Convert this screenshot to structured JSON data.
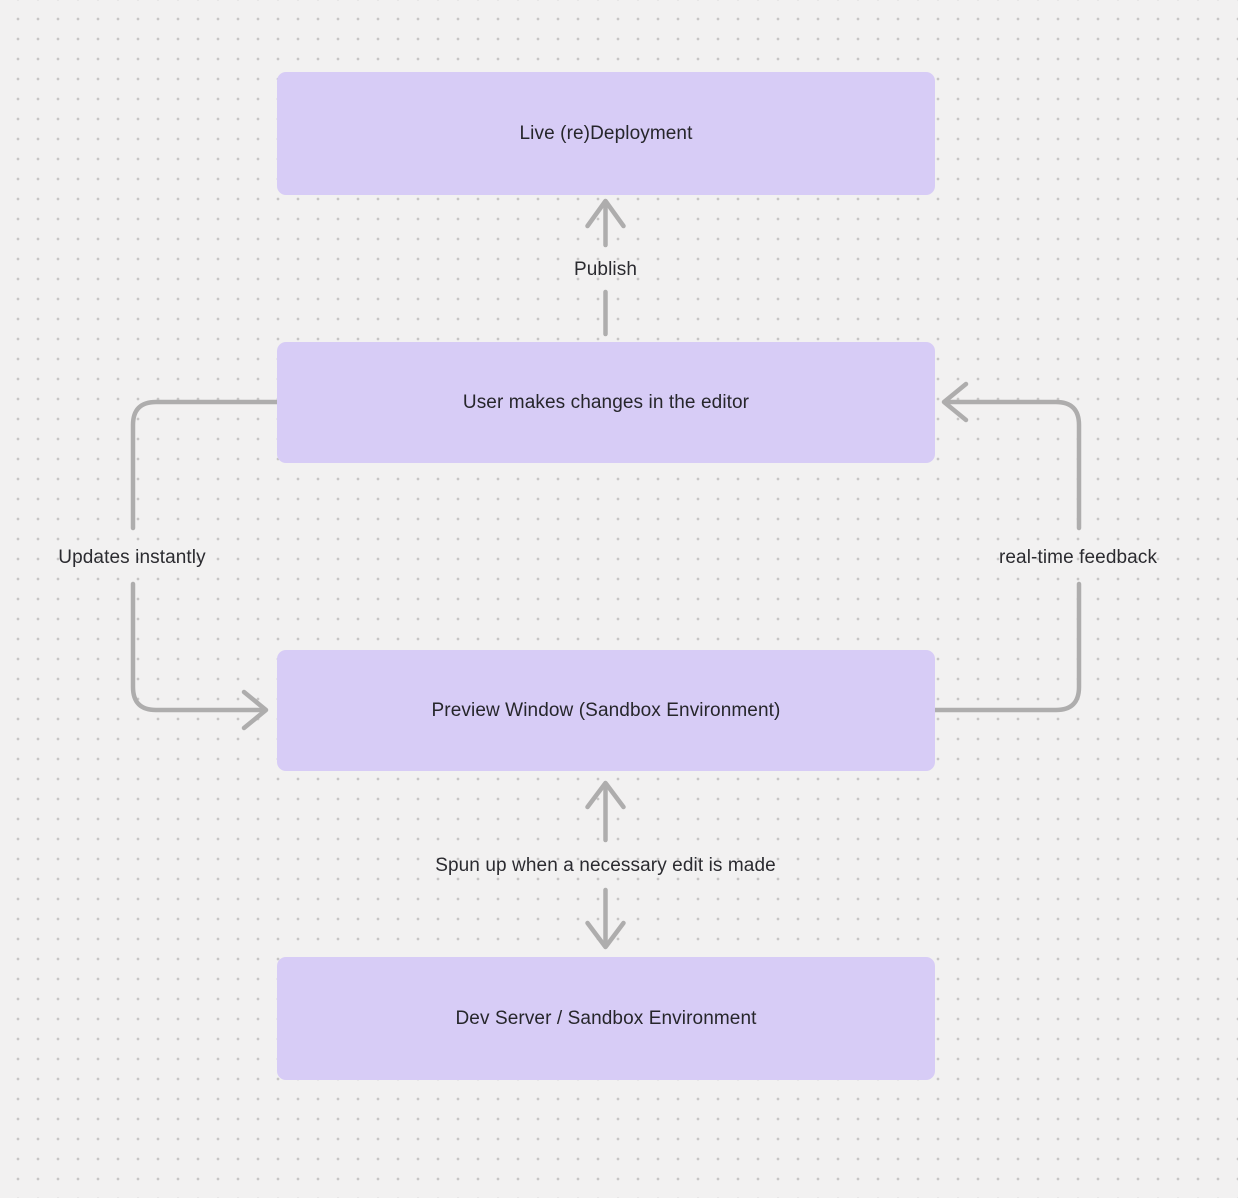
{
  "canvas": {
    "background_color": "#f2f1f1",
    "dot_grid_color": "#c7c5c5",
    "node_fill_color": "#d7ccf6",
    "arrow_color": "#aeadad",
    "text_color": "#26262b"
  },
  "nodes": [
    {
      "id": "live-deployment",
      "label": "Live (re)Deployment"
    },
    {
      "id": "user-changes",
      "label": "User makes changes in the editor"
    },
    {
      "id": "preview-window",
      "label": "Preview Window (Sandbox Environment)"
    },
    {
      "id": "dev-server",
      "label": "Dev Server / Sandbox Environment"
    }
  ],
  "edges": [
    {
      "id": "publish",
      "label": "Publish",
      "from": "user-changes",
      "to": "live-deployment",
      "direction": "up"
    },
    {
      "id": "updates-instantly",
      "label": "Updates instantly",
      "from": "user-changes",
      "to": "preview-window",
      "direction": "left-loop"
    },
    {
      "id": "real-time-feedback",
      "label": "real-time feedback",
      "from": "preview-window",
      "to": "user-changes",
      "direction": "right-loop"
    },
    {
      "id": "spun-up",
      "label": "Spun up when a necessary edit is made",
      "from": "preview-window",
      "to": "dev-server",
      "bidirectional": true
    }
  ]
}
